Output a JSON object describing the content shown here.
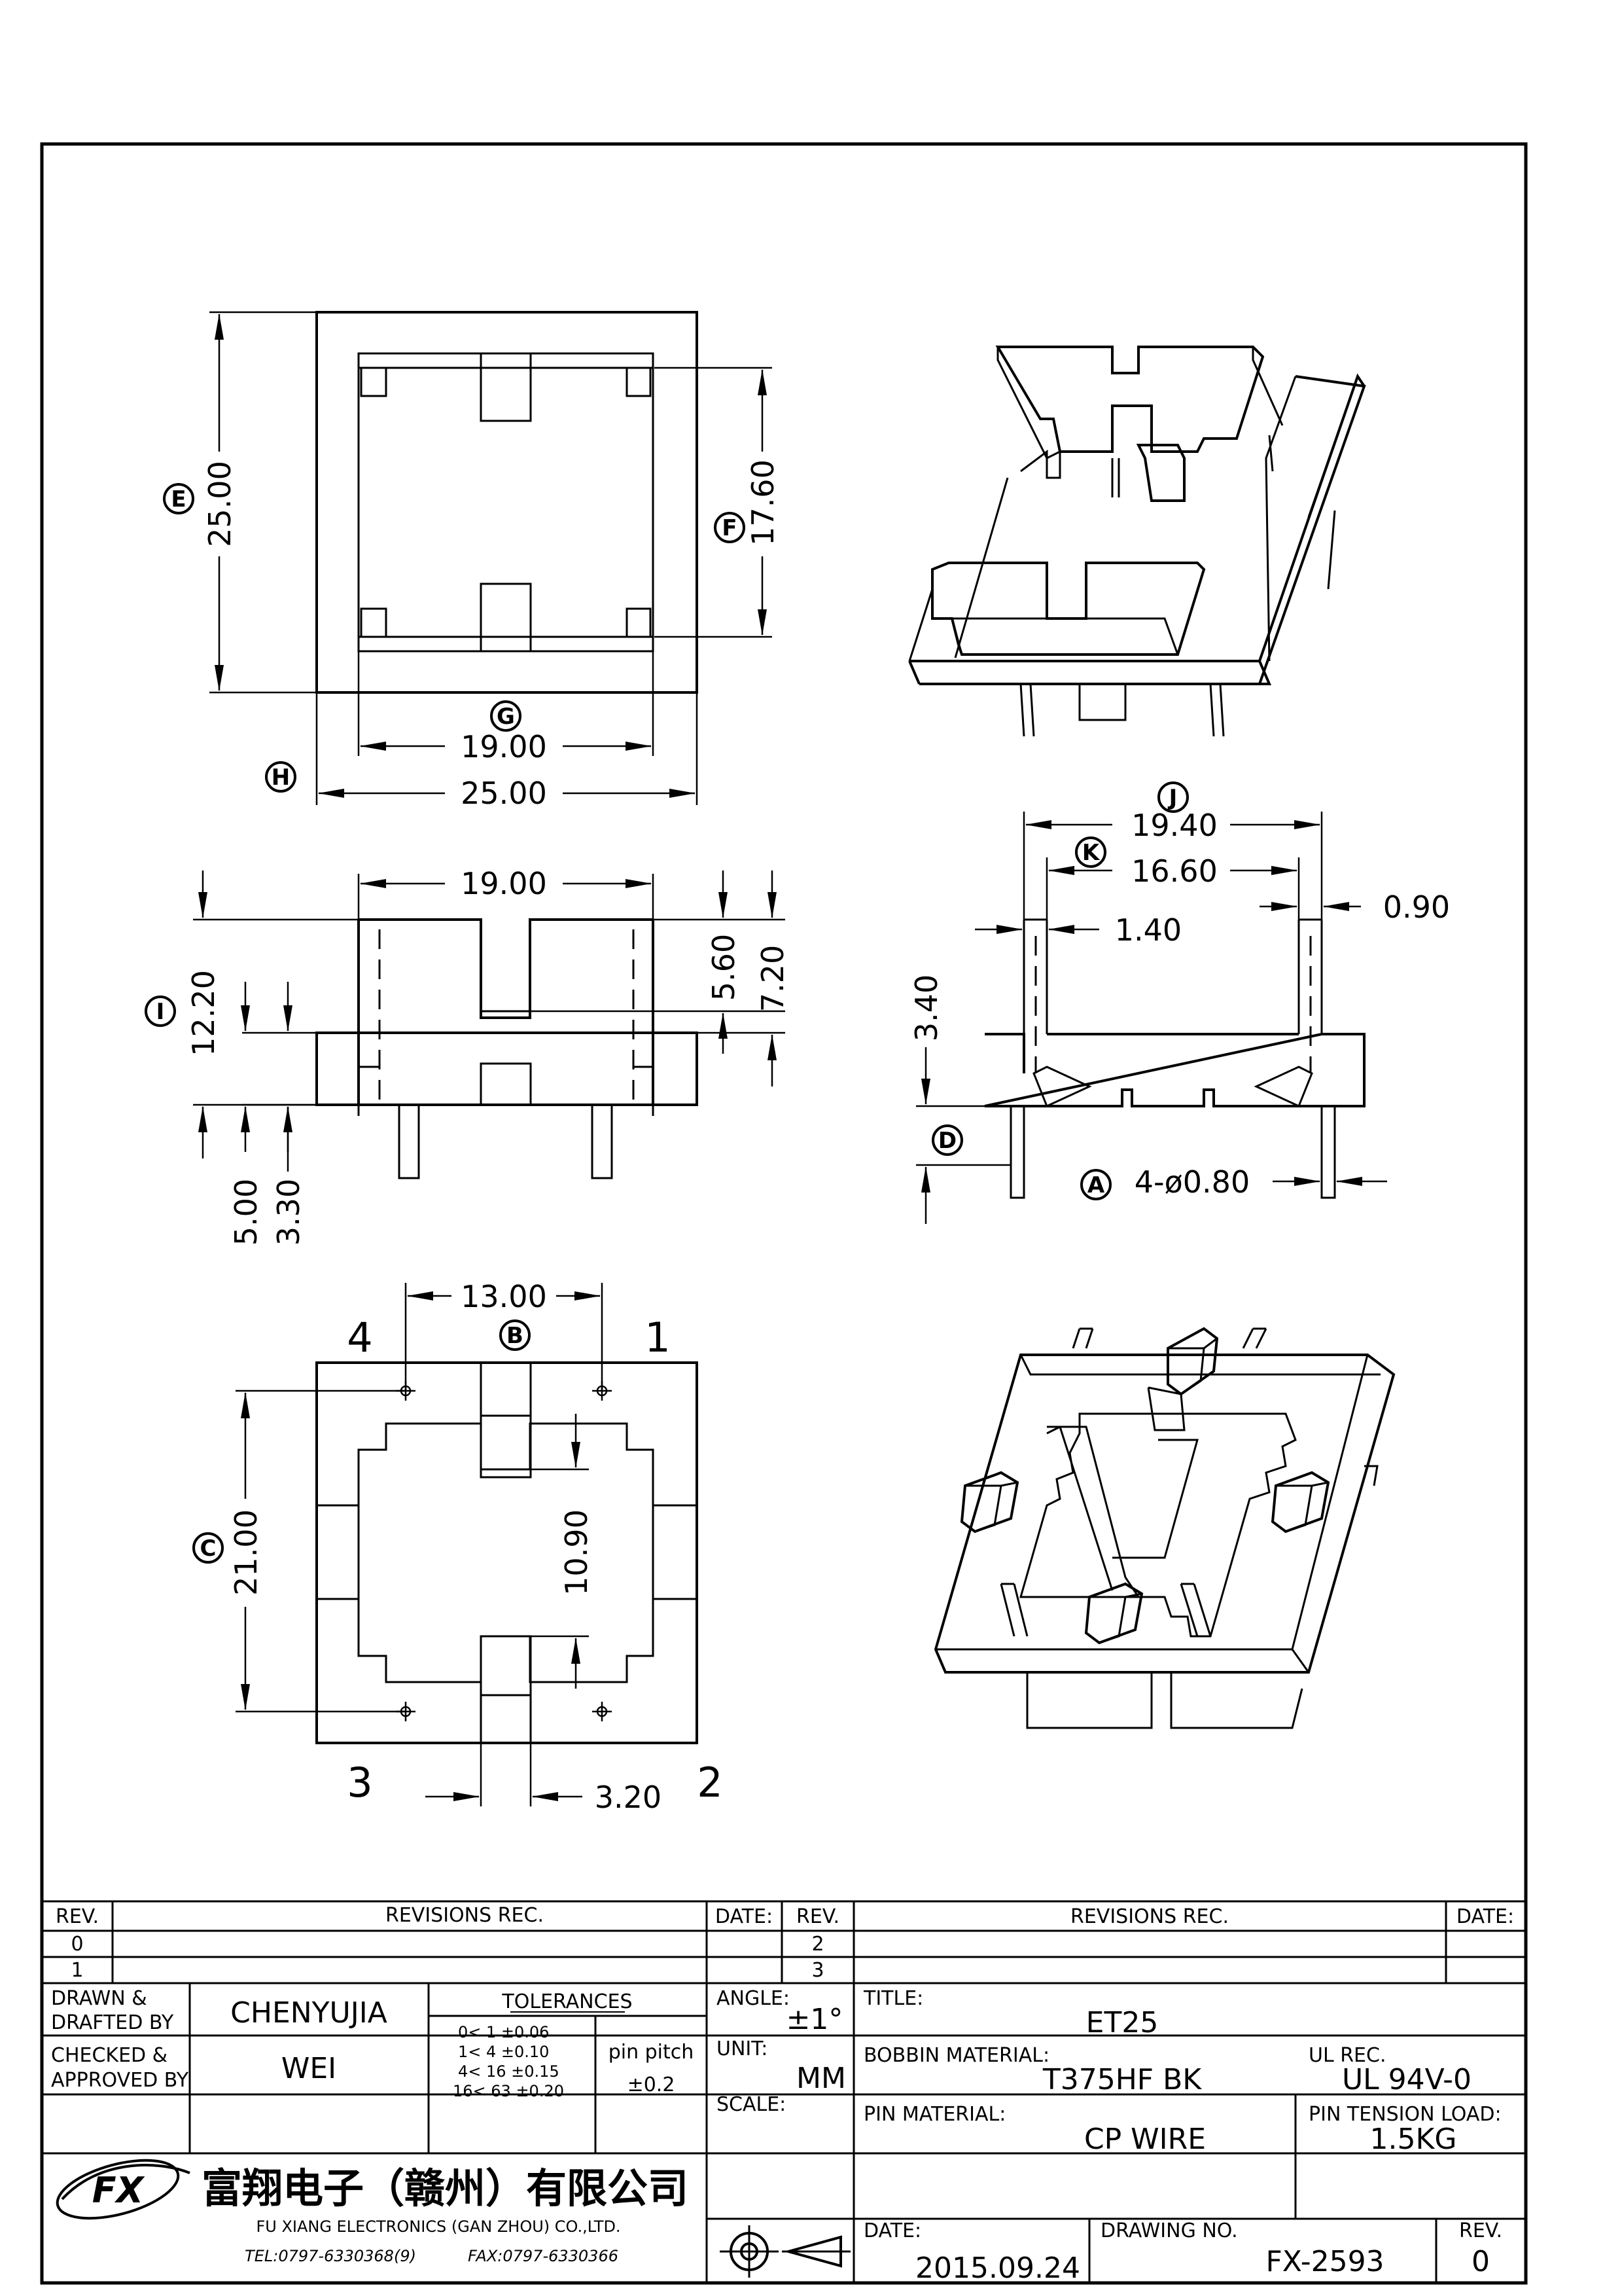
{
  "drawing": {
    "top_view": {
      "dims": {
        "E": "25.00",
        "F": "17.60",
        "G": "19.00",
        "H": "25.00"
      }
    },
    "side_view": {
      "dims": {
        "top_width": "19.00",
        "I": "12.20",
        "d560": "5.60",
        "d720": "7.20",
        "d500": "5.00",
        "d330": "3.30"
      }
    },
    "front_view": {
      "dims": {
        "J": "19.40",
        "K": "16.60",
        "d090": "0.90",
        "d140": "1.40",
        "d340": "3.40",
        "A": "4-ø0.80"
      }
    },
    "bottom_view": {
      "dims": {
        "B": "13.00",
        "C": "21.00",
        "d1090": "10.90",
        "d320": "3.20"
      },
      "pins": {
        "p1": "1",
        "p2": "2",
        "p3": "3",
        "p4": "4"
      }
    },
    "markers": {
      "A": "A",
      "B": "B",
      "C": "C",
      "D": "D",
      "E": "E",
      "F": "F",
      "G": "G",
      "H": "H",
      "I": "I",
      "J": "J",
      "K": "K"
    }
  },
  "title_block": {
    "rev_table": {
      "rev_header": "REV.",
      "revisions_header": "REVISIONS  REC.",
      "date_header": "DATE:",
      "rows_left": [
        "0",
        "1"
      ],
      "rows_right": [
        "2",
        "3"
      ]
    },
    "drawn_label_1": "DRAWN &",
    "drawn_label_2": "DRAFTED BY",
    "drawn_value": "CHENYUJIA",
    "checked_label_1": "CHECKED &",
    "checked_label_2": "APPROVED BY",
    "checked_value": "WEI",
    "tolerances": {
      "header": "TOLERANCES",
      "rows": [
        "0<  1   ±0.06",
        "1<  4   ±0.10",
        "4<  16  ±0.15",
        "16<  63  ±0.20"
      ],
      "pin_pitch_label": "pin pitch",
      "pin_pitch_value": "±0.2"
    },
    "angle_label": "ANGLE:",
    "angle_value": "±1°",
    "unit_label": "UNIT:",
    "unit_value": "MM",
    "scale_label": "SCALE:",
    "title_label": "TITLE:",
    "title_value": "ET25",
    "bobbin_label": "BOBBIN MATERIAL:",
    "bobbin_value": "T375HF  BK",
    "ul_label": "UL REC.",
    "ul_value": "UL 94V-0",
    "pin_material_label": "PIN MATERIAL:",
    "pin_material_value": "CP  WIRE",
    "pin_tension_label": "PIN TENSION LOAD:",
    "pin_tension_value": "1.5KG",
    "date_label": "DATE:",
    "date_value": "2015.09.24",
    "drawing_no_label": "DRAWING NO.",
    "drawing_no_value": "FX-2593",
    "rev_label": "REV.",
    "rev_value": "0",
    "company_cn": "富翔电子（赣州）有限公司",
    "company_en": "FU XIANG ELECTRONICS (GAN ZHOU) CO.,LTD.",
    "tel": "TEL:0797-6330368(9)",
    "fax": "FAX:0797-6330366",
    "logo_text": "FX"
  }
}
